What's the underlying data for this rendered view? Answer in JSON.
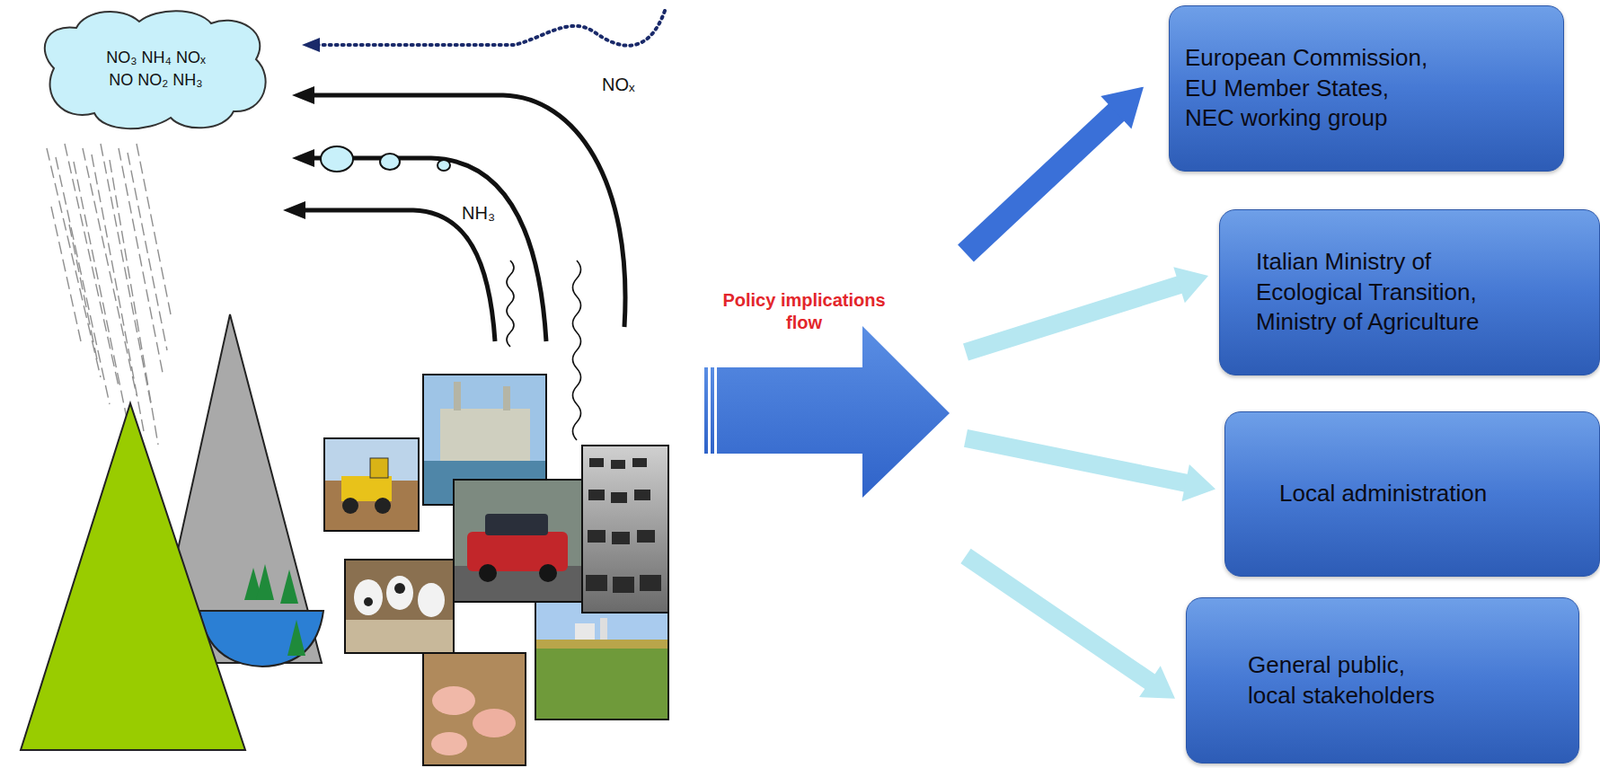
{
  "diagram": {
    "nodes": [
      {
        "text": [
          "NO₃ NH₄ NOₓ NO NO₂ NH₃"
        ]
      },
      {
        "text": [
          "Policy implications flow"
        ]
      },
      {
        "text": [
          "European Commission, EU Member States, NEC working group"
        ]
      },
      {
        "text": [
          "Italian Ministry of Ecological Transition, Ministry of Agriculture"
        ]
      },
      {
        "text": [
          "Local administration"
        ]
      },
      {
        "text": [
          "General public, local stakeholders"
        ]
      }
    ],
    "edges": [
      {
        "from": 1,
        "to": 2,
        "arrow": "to"
      },
      {
        "from": 1,
        "to": 3,
        "arrow": "to"
      },
      {
        "from": 1,
        "to": 4,
        "arrow": "to"
      },
      {
        "from": 1,
        "to": 5,
        "arrow": "to"
      }
    ],
    "labels": [
      "NOₓ",
      "NH₃"
    ]
  }
}
